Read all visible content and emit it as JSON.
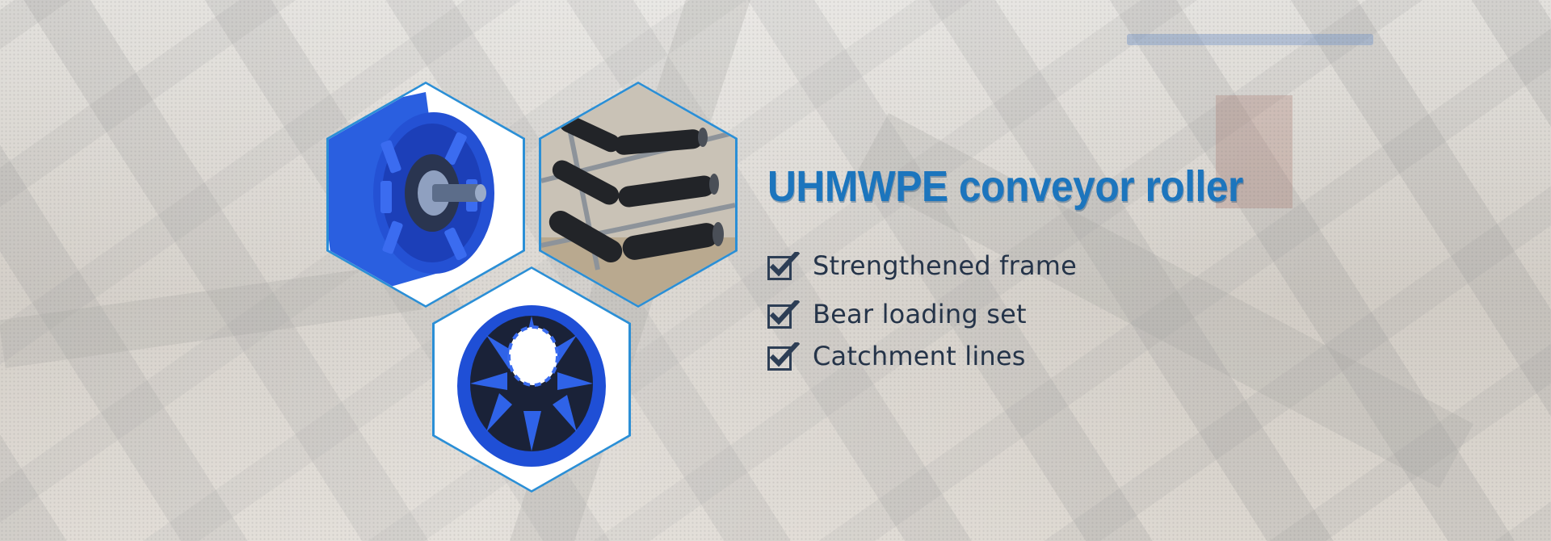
{
  "banner": {
    "title": "UHMWPE conveyor roller",
    "features": [
      {
        "label": "Strengthened frame",
        "icon": "checkbox-checked-icon"
      },
      {
        "label": "Bear loading set",
        "icon": "checkbox-checked-icon"
      },
      {
        "label": "Catchment lines",
        "icon": "checkbox-checked-icon"
      }
    ]
  },
  "images": [
    {
      "icon": "blue-roller-end-icon"
    },
    {
      "icon": "conveyor-idlers-photo-icon"
    },
    {
      "icon": "blue-roller-bore-icon"
    }
  ],
  "colors": {
    "title": "#1c75bd",
    "hex_border": "#2b8fd6",
    "feature_text": "#253449",
    "roller_blue": "#1f4fd6"
  }
}
